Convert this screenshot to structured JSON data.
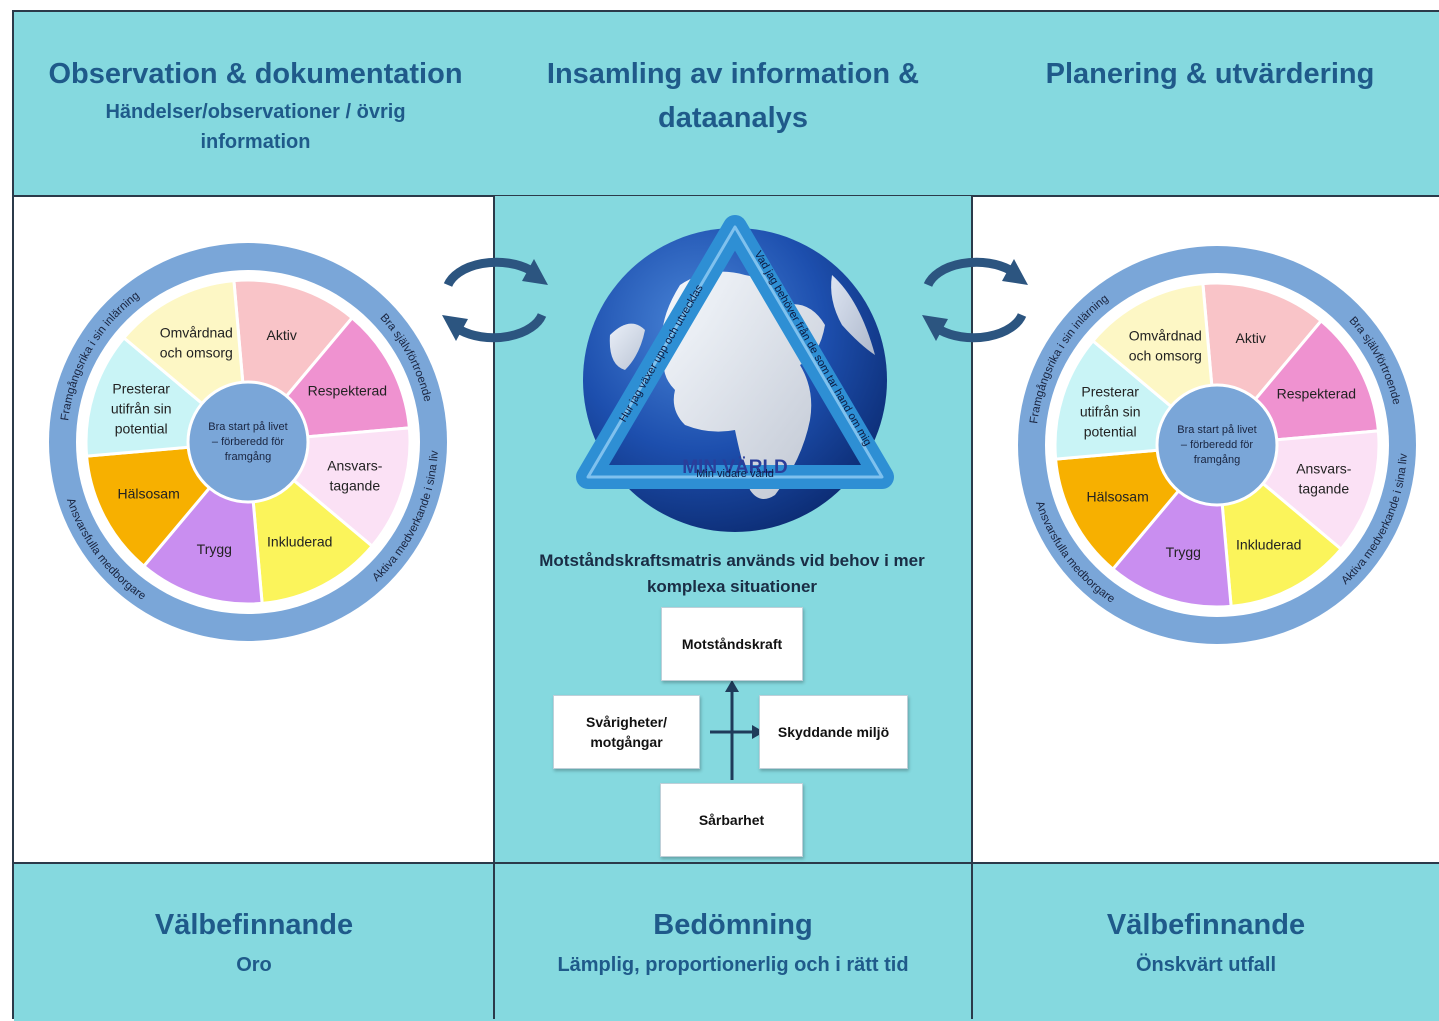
{
  "headers": [
    {
      "title": "Observation & dokumentation",
      "subtitle": "Händelser/observationer / övrig information"
    },
    {
      "title": "Insamling av information & dataanalys",
      "subtitle": ""
    },
    {
      "title": "Planering & utvärdering",
      "subtitle": ""
    }
  ],
  "footers": [
    {
      "title": "Välbefinnande",
      "subtitle": "Oro"
    },
    {
      "title": "Bedömning",
      "subtitle": "Lämplig, proportionerlig och i rätt tid"
    },
    {
      "title": "Välbefinnande",
      "subtitle": "Önskvärt utfall"
    }
  ],
  "wheel": {
    "center": [
      "Bra start på livet",
      "– förberedd för",
      "framgång"
    ],
    "segments": [
      {
        "label": [
          "Aktiv"
        ],
        "color": "#f9c4c8"
      },
      {
        "label": [
          "Respekterad"
        ],
        "color": "#ef92d0"
      },
      {
        "label": [
          "Ansvars-",
          "tagande"
        ],
        "color": "#fbe1f5"
      },
      {
        "label": [
          "Inkluderad"
        ],
        "color": "#fbf45b"
      },
      {
        "label": [
          "Trygg"
        ],
        "color": "#c98ef0"
      },
      {
        "label": [
          "Hälsosam"
        ],
        "color": "#f7b000"
      },
      {
        "label": [
          "Presterar",
          "utifrån sin",
          "potential"
        ],
        "color": "#c9f4f6"
      },
      {
        "label": [
          "Omvårdnad",
          "och omsorg"
        ],
        "color": "#fdf7c5"
      }
    ],
    "ring_labels": {
      "top_left": "Framgångsrika i sin inlärning",
      "top_right": "Bra självförtroende",
      "bottom_right": "Aktiva medverkande i sina liv",
      "bottom_left": "Ansvarsfulla medborgare"
    },
    "ring_color": "#7aa6d8",
    "center_color": "#7aa6d8"
  },
  "globe": {
    "triangle_left": "Hur jag växer upp och utvecklas",
    "triangle_right": "Vad jag behöver från de som tar hand om mig",
    "triangle_bottom_main": "MIN VÄRLD",
    "triangle_bottom_sub": "Min vidare värld"
  },
  "matrix": {
    "caption": "Motståndskraftsmatris används vid behov i mer komplexa situationer",
    "top": "Motståndskraft",
    "left": "Svårigheter/ motgångar",
    "right": "Skyddande miljö",
    "bottom": "Sårbarhet"
  },
  "colors": {
    "band": "#85d9df",
    "heading_text": "#1f5a8a",
    "cycle_arrow": "#2c5580",
    "triangle": "#2e8fd4"
  }
}
